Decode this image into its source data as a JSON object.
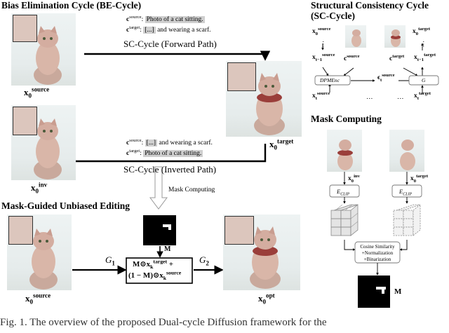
{
  "be_cycle": {
    "title": "Bias Elimination Cycle (BE-Cycle)",
    "forward_label": "SC-Cycle (Forward Path)",
    "inverted_label": "SC-Cycle (Inverted Path)",
    "forward_prompts": {
      "source_symbol": "c",
      "source_sup": "source",
      "source_text": "Photo of a cat sitting.",
      "target_symbol": "c",
      "target_sup": "target",
      "target_box": "[...]",
      "target_text": "and wearing a scarf."
    },
    "inverted_prompts": {
      "source_symbol": "c",
      "source_sup": "source",
      "source_box": "[...]",
      "source_text": "and wearing a scarf.",
      "target_symbol": "c",
      "target_sup": "target",
      "target_text": "Photo of a cat sitting."
    },
    "x0_source": {
      "base": "x",
      "sub": "0",
      "sup": "source"
    },
    "x0_target": {
      "base": "x",
      "sub": "0",
      "sup": "target"
    },
    "x0_inv": {
      "base": "x",
      "sub": "0",
      "sup": "inv"
    },
    "mask_computing_label": "Mask Computing"
  },
  "mask_guided": {
    "title": "Mask-Guided Unbiased Editing",
    "g1": "G",
    "g1_sub": "1",
    "g2": "G",
    "g2_sub": "2",
    "mask_label": "M",
    "formula_line1": "M⊙x",
    "formula_line1_sub": "k",
    "formula_line1_sup": "target",
    "formula_plus": "+",
    "formula_line2": "(1 − M)⊙x",
    "formula_line2_sub": "k",
    "formula_line2_sup": "source",
    "x0_source": {
      "base": "x",
      "sub": "0",
      "sup": "source"
    },
    "x0_opt": {
      "base": "x",
      "sub": "0",
      "sup": "opt"
    }
  },
  "sc_cycle": {
    "title_line1": "Structural Consistency Cycle",
    "title_line2": "(SC-Cycle)",
    "x0_source": {
      "base": "x",
      "sub": "0",
      "sup": "source"
    },
    "x0_target": {
      "base": "x",
      "sub": "0",
      "sup": "target"
    },
    "xt1_source": {
      "base": "x",
      "sub": "t−1",
      "sup": "source"
    },
    "xt1_target": {
      "base": "x",
      "sub": "t−1",
      "sup": "target"
    },
    "xt_source": {
      "base": "x",
      "sub": "t",
      "sup": "source"
    },
    "xt_target": {
      "base": "x",
      "sub": "t",
      "sup": "target"
    },
    "c_source": {
      "base": "c",
      "sup": "source"
    },
    "c_target": {
      "base": "c",
      "sup": "target"
    },
    "eps_source": {
      "base": "ϵ",
      "sub": "t",
      "sup": "source"
    },
    "dpmenc_label": "DPMEnc",
    "g_label": "G",
    "dots": "⋮",
    "hdots": "…"
  },
  "mask_computing": {
    "title": "Mask Computing",
    "x0_target": {
      "base": "x",
      "sub": "0",
      "sup": "target"
    },
    "x0_inv": {
      "base": "x",
      "sub": "0",
      "sup": "inv"
    },
    "eclip_left": "E",
    "eclip_left_sub": "CLIP",
    "eclip_right": "E",
    "eclip_right_sub": "CLIP",
    "cosine_line1": "Cosine Similarity",
    "cosine_line2": "+Normalization",
    "cosine_line3": "+Binarization",
    "mask_label": "M"
  },
  "caption": "Fig. 1.  The overview of the proposed Dual-cycle Diffusion framework for the"
}
